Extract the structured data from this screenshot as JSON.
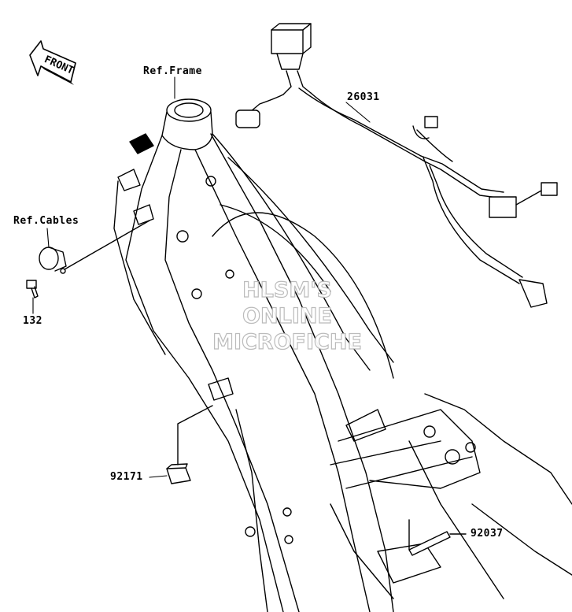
{
  "callouts": {
    "front": "FRONT",
    "ref_frame": "Ref.Frame",
    "ref_cables": "Ref.Cables",
    "part_26031": "26031",
    "part_132": "132",
    "part_92171": "92171",
    "part_92037": "92037"
  },
  "watermark": {
    "line1": "HLSM'S",
    "line2": "ONLINE",
    "line3": "MICROFICHE"
  }
}
